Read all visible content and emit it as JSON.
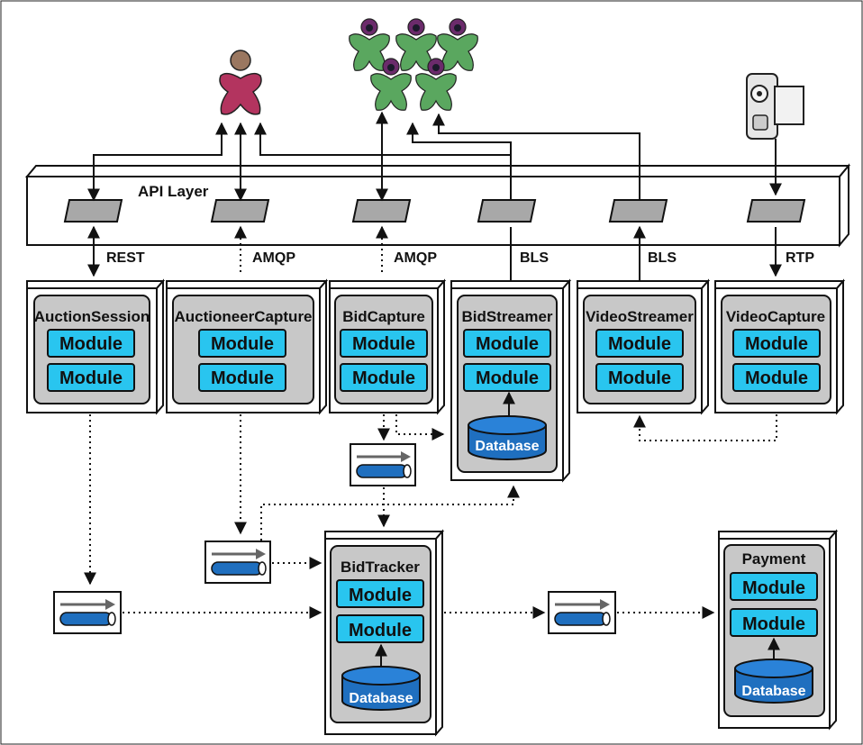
{
  "api_layer": {
    "label": "API Layer"
  },
  "protocols": [
    "REST",
    "AMQP",
    "AMQP",
    "BLS",
    "BLS",
    "RTP"
  ],
  "services": [
    {
      "name": "AuctionSession",
      "modules": [
        "Module",
        "Module"
      ]
    },
    {
      "name": "AuctioneerCapture",
      "modules": [
        "Module",
        "Module"
      ]
    },
    {
      "name": "BidCapture",
      "modules": [
        "Module",
        "Module"
      ]
    },
    {
      "name": "BidStreamer",
      "modules": [
        "Module",
        "Module"
      ],
      "database": "Database"
    },
    {
      "name": "VideoStreamer",
      "modules": [
        "Module",
        "Module"
      ]
    },
    {
      "name": "VideoCapture",
      "modules": [
        "Module",
        "Module"
      ]
    },
    {
      "name": "BidTracker",
      "modules": [
        "Module",
        "Module"
      ],
      "database": "Database"
    },
    {
      "name": "Payment",
      "modules": [
        "Module",
        "Module"
      ],
      "database": "Database"
    }
  ],
  "actors": [
    {
      "icon": "auctioneer-person-icon"
    },
    {
      "icon": "bidders-crowd-icon"
    },
    {
      "icon": "video-camera-icon"
    }
  ],
  "colors": {
    "module_fill": "#29c5ef",
    "service_inner": "#c8c8c8",
    "database_fill": "#1f6fbf",
    "gateway_fill": "#a8a8a8",
    "person": "#b3345f",
    "crowd": "#5aa75f"
  }
}
